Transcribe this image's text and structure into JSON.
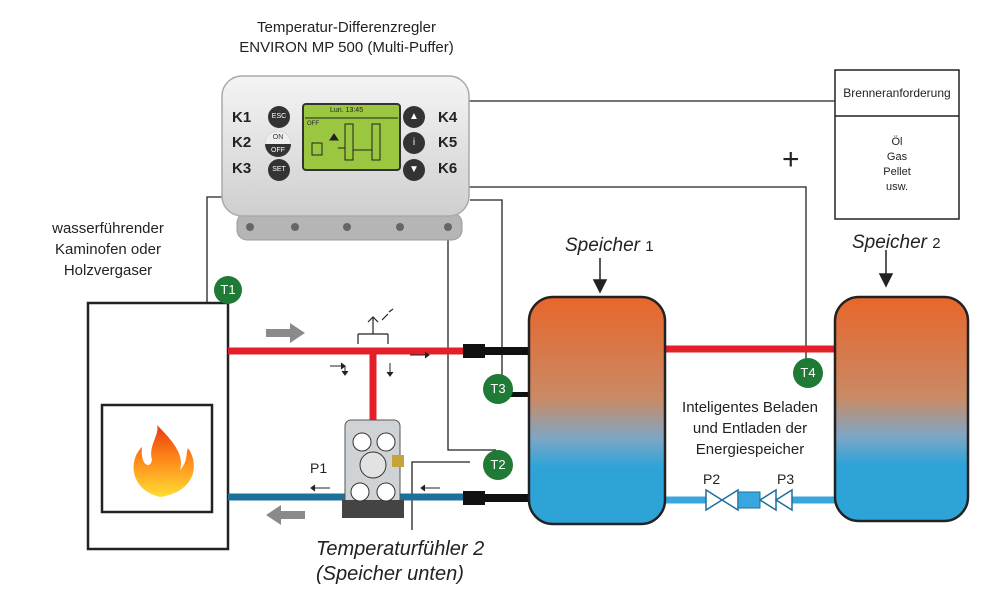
{
  "controller": {
    "title_line1": "Temperatur-Differenzregler",
    "title_line2": "ENVIRON MP 500 (Multi-Puffer)",
    "keys": [
      "K1",
      "K2",
      "K3",
      "K4",
      "K5",
      "K6"
    ],
    "button_esc": "ESC",
    "button_on": "ON",
    "button_off": "OFF",
    "button_set": "SET",
    "display_time": "Lun. 13:45",
    "display_status": "OFF"
  },
  "burner": {
    "request_label": "Brenneranforderung",
    "fuels": [
      "Öl",
      "Gas",
      "Pellet",
      "usw."
    ],
    "plus": "+"
  },
  "stove": {
    "label_line1": "wasserführender",
    "label_line2": "Kaminofen oder",
    "label_line3": "Holzvergaser"
  },
  "storage": {
    "s1_name": "Speicher",
    "s1_num": "1",
    "s2_name": "Speicher",
    "s2_num": "2"
  },
  "sensors": [
    "T1",
    "T2",
    "T3",
    "T4"
  ],
  "pumps": [
    "P1",
    "P2",
    "P3"
  ],
  "middle_text": {
    "line1": "Inteligentes Beladen",
    "line2": "und Entladen der",
    "line3": "Energiespeicher"
  },
  "bottom_label": {
    "line1": "Temperaturfühler 2",
    "line2": "(Speicher unten)"
  },
  "colors": {
    "hot": "#e3202a",
    "cold": "#1d6f9c",
    "light_cold": "#3aa6de",
    "sensor": "#1f7a36",
    "tank_top": "#e8662a",
    "tank_bottom": "#2ea3d8"
  }
}
